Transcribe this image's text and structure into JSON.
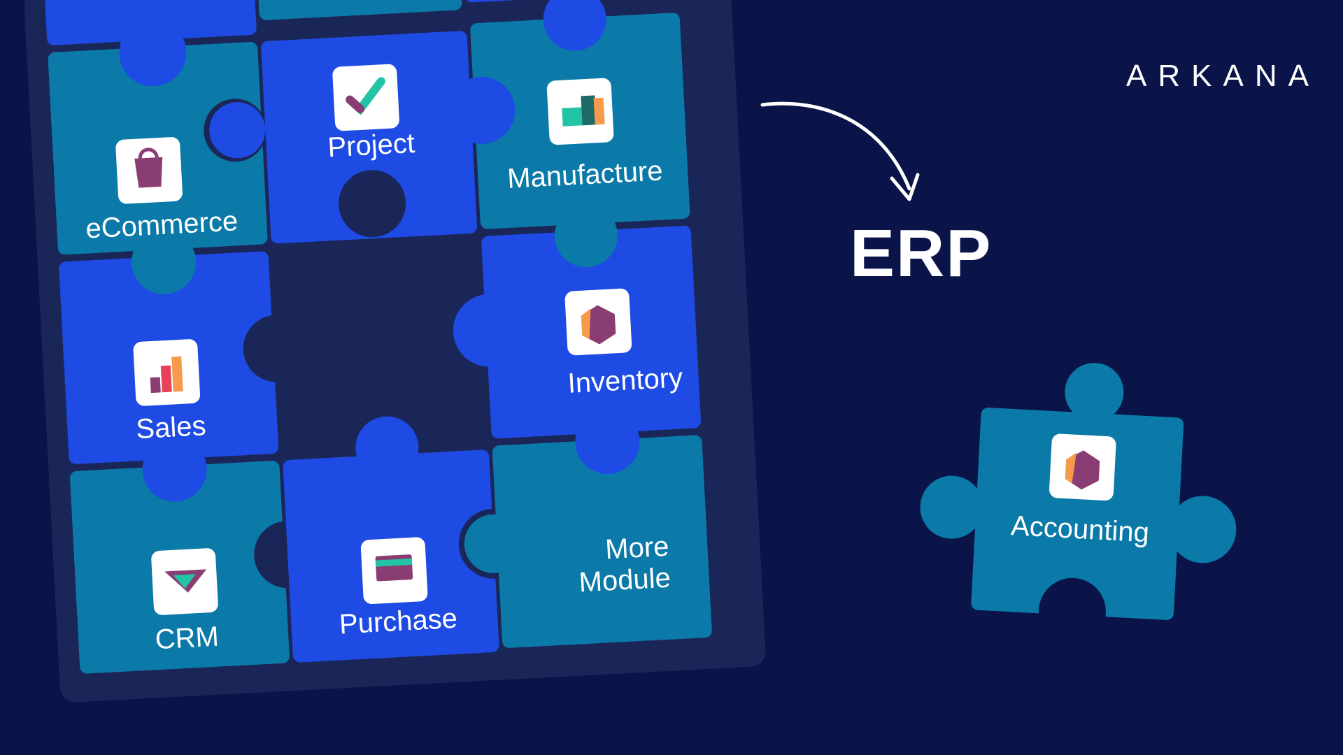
{
  "brand": {
    "logo_text": "ARKANA"
  },
  "headline": "ERP",
  "modules": [
    {
      "label": "eCommerce",
      "icon": "shopping-bag-icon"
    },
    {
      "label": "Project",
      "icon": "checkmark-icon"
    },
    {
      "label": "Manufacture",
      "icon": "factory-icon"
    },
    {
      "label": "Sales",
      "icon": "bar-chart-icon"
    },
    {
      "label": "Inventory",
      "icon": "cube-icon"
    },
    {
      "label": "CRM",
      "icon": "handshake-icon"
    },
    {
      "label": "Purchase",
      "icon": "credit-card-icon"
    },
    {
      "label_line1": "More",
      "label_line2": "Module"
    }
  ],
  "loose_piece": {
    "label": "Accounting",
    "icon": "cube-icon"
  },
  "colors": {
    "background": "#0b1449",
    "board": "#1b2658",
    "piece_blue": "#1d4be3",
    "piece_teal": "#0b7aa8",
    "white": "#ffffff"
  }
}
